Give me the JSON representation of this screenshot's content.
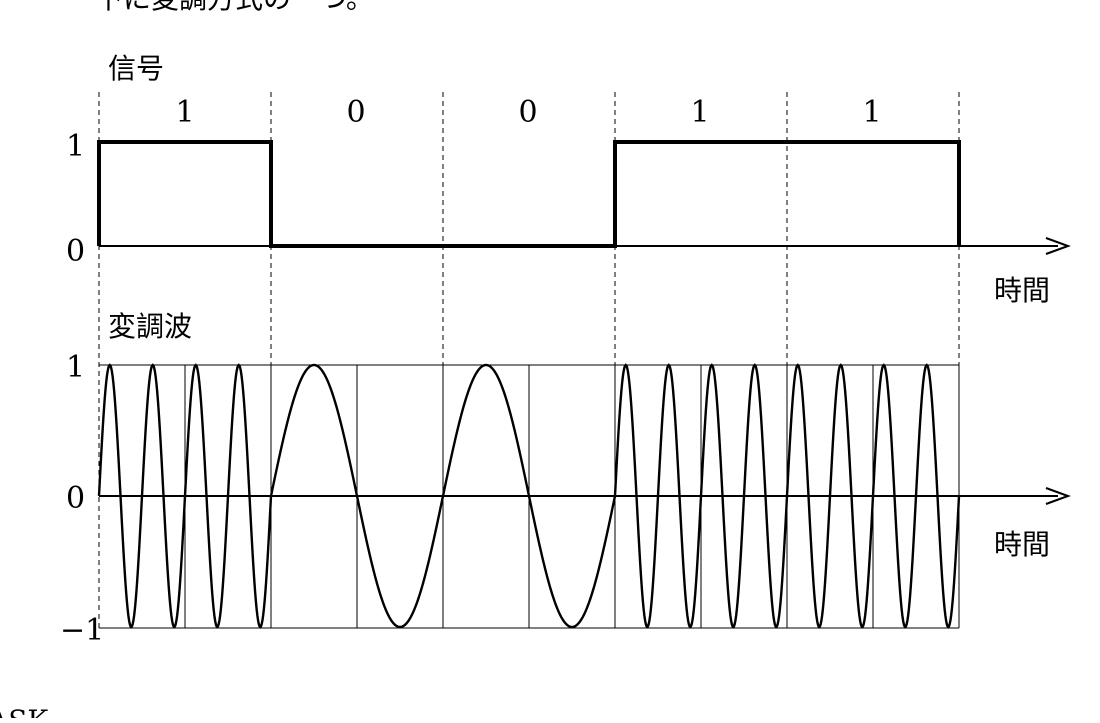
{
  "header_text": "下に変調方式の一つ。",
  "footer_text": "ASK",
  "signal_panel": {
    "title": "信号",
    "y_tick_labels": [
      "1",
      "0"
    ],
    "x_axis_label": "時間",
    "bits": [
      "1",
      "0",
      "0",
      "1",
      "1"
    ]
  },
  "modulated_panel": {
    "title": "変調波",
    "y_tick_labels": [
      "1",
      "0",
      "−1"
    ],
    "x_axis_label": "時間",
    "cycles_per_bit_by_value": {
      "1": 4,
      "0": 1
    }
  },
  "colors": {
    "stroke": "#000000",
    "background": "#ffffff"
  }
}
